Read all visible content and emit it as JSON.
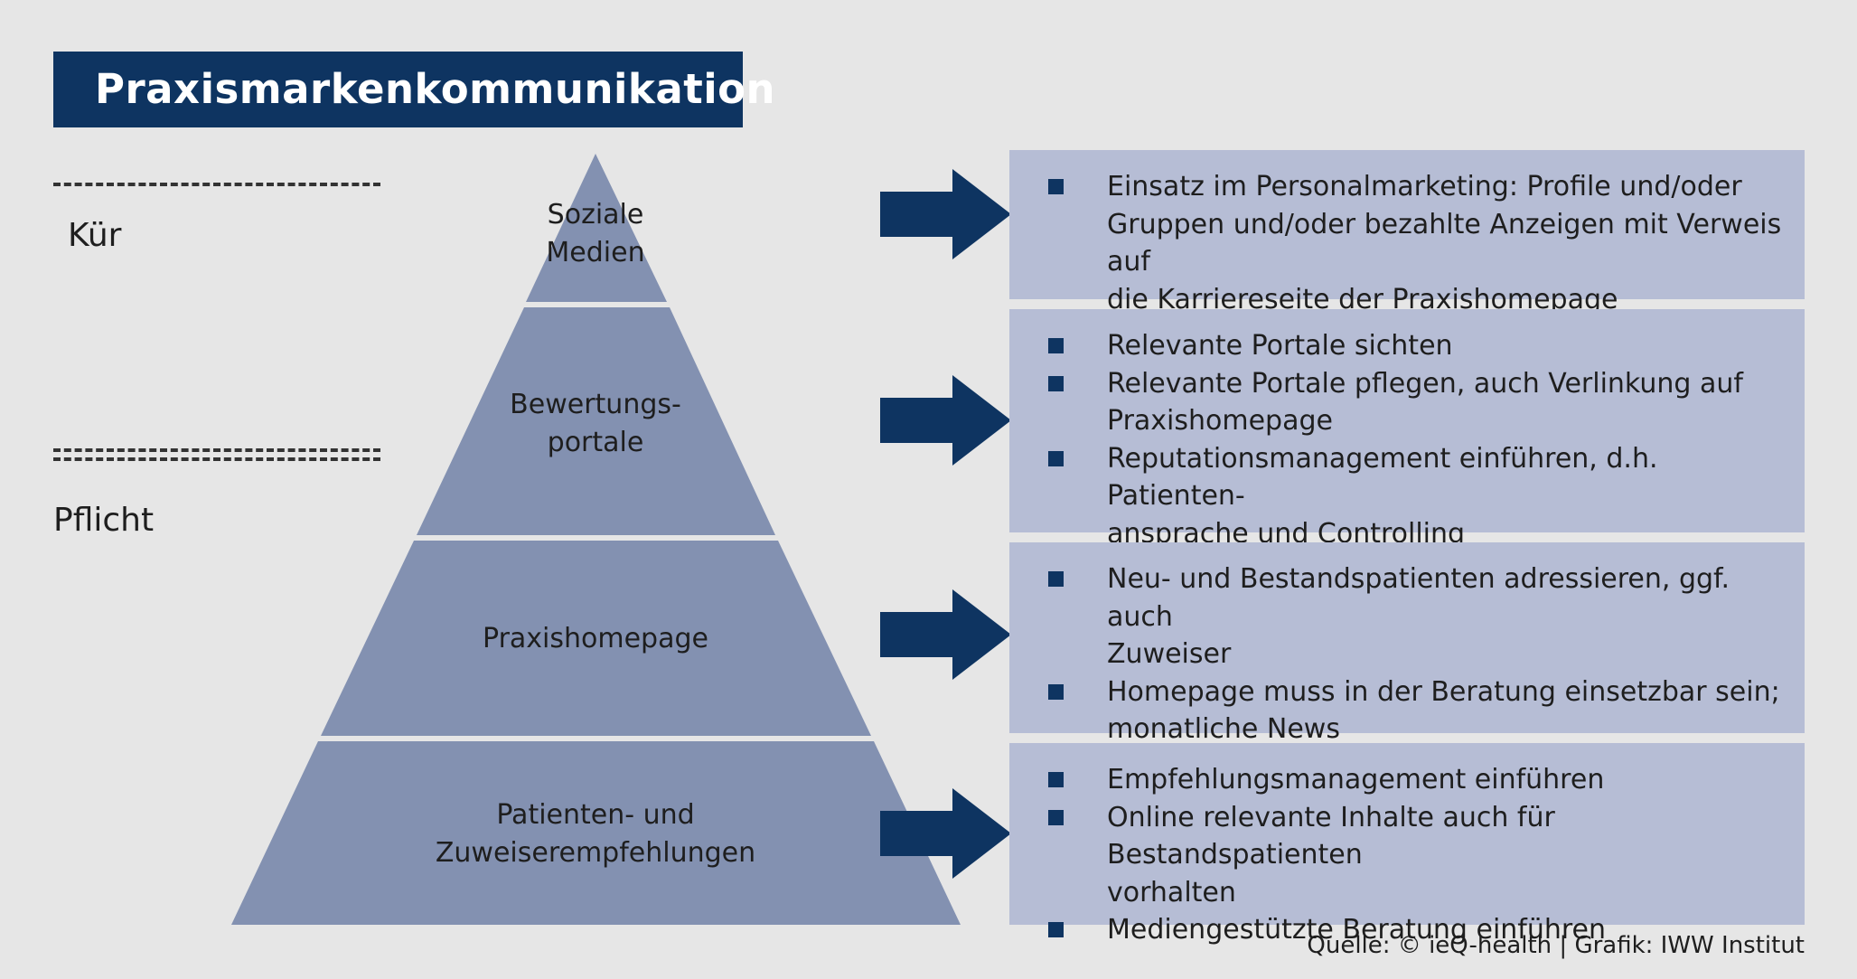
{
  "title": "Praxismarkenkommunikation",
  "levels": {
    "kur": "Kür",
    "pflicht": "Pflicht"
  },
  "pyramid": {
    "tiers": [
      {
        "lines": [
          "Soziale",
          "Medien"
        ]
      },
      {
        "lines": [
          "Bewertungs-",
          "portale"
        ]
      },
      {
        "lines": [
          "Praxishomepage"
        ]
      },
      {
        "lines": [
          "Patienten- und",
          "Zuweiserempfehlungen"
        ]
      }
    ]
  },
  "panels": [
    {
      "items": [
        [
          "Einsatz im Personalmarketing: Profile und/oder",
          "Gruppen und/oder bezahlte Anzeigen mit Verweis auf",
          "die Karriereseite der Praxishomepage"
        ]
      ]
    },
    {
      "items": [
        [
          "Relevante Portale sichten"
        ],
        [
          "Relevante Portale pflegen, auch Verlinkung auf",
          "Praxishomepage"
        ],
        [
          "Reputationsmanagement einführen, d.h. Patienten-",
          "ansprache und Controlling"
        ]
      ]
    },
    {
      "items": [
        [
          "Neu- und Bestandspatienten adressieren, ggf. auch",
          "Zuweiser"
        ],
        [
          "Homepage muss in der Beratung einsetzbar sein;",
          "monatliche News"
        ]
      ]
    },
    {
      "items": [
        [
          "Empfehlungsmanagement einführen"
        ],
        [
          "Online relevante Inhalte auch für Bestandspatienten",
          "vorhalten"
        ],
        [
          "Mediengestützte Beratung einführen"
        ]
      ]
    }
  ],
  "source": "Quelle: © ieQ-health | Grafik: IWW Institut",
  "colors": {
    "navy": "#0e3461",
    "pyramid": "#8391b1",
    "panel": "#b6bdd5",
    "background": "#e6e6e6"
  }
}
